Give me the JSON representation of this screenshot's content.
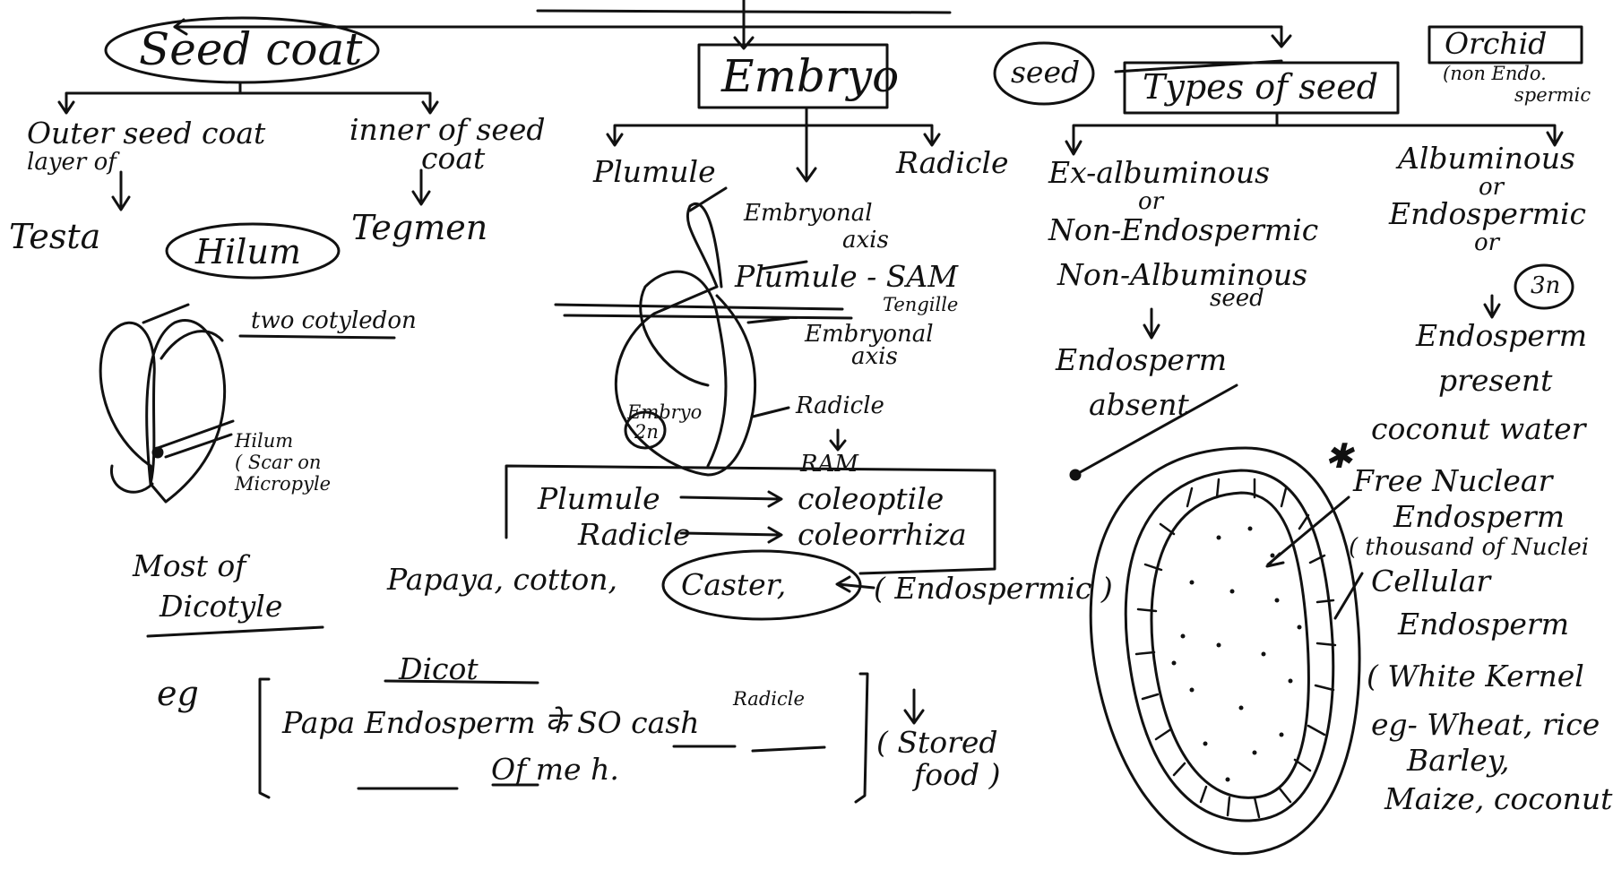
{
  "seed_coat": {
    "title": "Seed coat",
    "outer": "Outer seed coat",
    "outer_note": "layer of",
    "testa": "Testa",
    "inner": "inner of seed",
    "inner2": "coat",
    "tegmen": "Tegmen",
    "hilum": "Hilum",
    "diagram": {
      "two_cotyledon": "two cotyledon",
      "hilum": "Hilum",
      "scar": "( Scar on",
      "micropyle": "Micropyle"
    },
    "most_of": "Most of",
    "dicot": "Dicotyle"
  },
  "embryo": {
    "title": "Embryo",
    "plumule": "Plumule",
    "radicle": "Radicle",
    "diagram": {
      "embryonal_axis_top": "Embryonal",
      "axis_top": "axis",
      "plumule_sam": "Plumule - SAM",
      "tengile": "Tengille",
      "embryonal_axis_mid": "Embryonal",
      "axis_mid": "axis",
      "radicle": "Radicle",
      "ram": "RAM",
      "embryo": "Embryo",
      "ploidy": "2n"
    },
    "box": {
      "row1_left": "Plumule",
      "row1_right": "coleoptile",
      "row2_left": "Radicle",
      "row2_right": "coleorrhiza"
    }
  },
  "examples": {
    "line": "Papaya, cotton,",
    "caster": "Caster,",
    "endospermic": "( Endospermic )",
    "eg": "eg",
    "dicot": "Dicot",
    "radicle": "Radicle",
    "mnemonic_line1": "Papa  Endosperm ",
    "mnemonic_hindi": "के",
    "mnemonic_so": " SO cash",
    "mnemonic_line2": "Of me h.",
    "stored": "( Stored",
    "food": "food )"
  },
  "types": {
    "seed_label": "seed",
    "title": "Types of seed",
    "orchid": "Orchid",
    "orchid_note1": "(non Endo.",
    "orchid_note2": "spermic",
    "ex": {
      "line1": "Ex-albuminous",
      "or1": "or",
      "line2": "Non-Endospermic",
      "line3": "Non-Albuminous",
      "line4": "seed",
      "endosperm": "Endosperm",
      "absent": "absent"
    },
    "alb": {
      "line1": "Albuminous",
      "or1": "or",
      "line2": "Endospermic",
      "or2": "or",
      "ploidy": "3n",
      "endosperm": "Endosperm",
      "present": "present"
    },
    "coconut": {
      "star": "✱",
      "water": "coconut water",
      "free": "Free Nuclear",
      "free_endo": "Endosperm",
      "thousands": "( thousand of Nuclei",
      "cellular": "Cellular",
      "cellular_endo": "Endosperm",
      "white": "( White Kernel",
      "eg": "eg- Wheat, rice",
      "barley": "Barley,",
      "maize": "Maize, coconut"
    }
  }
}
